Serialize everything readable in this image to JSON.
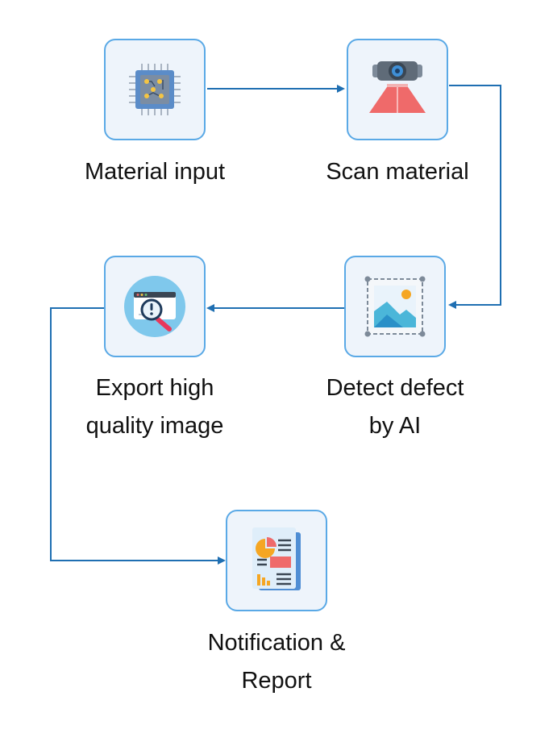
{
  "diagram": {
    "nodes": [
      {
        "id": "material-input",
        "label": "Material input",
        "icon": "chip-icon"
      },
      {
        "id": "scan-material",
        "label": "Scan material",
        "icon": "scanner-icon"
      },
      {
        "id": "detect-defect",
        "label": "Detect defect\nby AI",
        "icon": "image-detection-icon"
      },
      {
        "id": "export-image",
        "label": "Export high\nquality image",
        "icon": "magnifier-alert-icon"
      },
      {
        "id": "notification-report",
        "label": "Notification &\nReport",
        "icon": "report-document-icon"
      }
    ],
    "edges": [
      {
        "from": "material-input",
        "to": "scan-material"
      },
      {
        "from": "scan-material",
        "to": "detect-defect"
      },
      {
        "from": "detect-defect",
        "to": "export-image"
      },
      {
        "from": "export-image",
        "to": "notification-report"
      }
    ],
    "colors": {
      "connector": "#1f6fb2",
      "box_border": "#5aa9e6",
      "box_fill": "#eef4fb",
      "label_text": "#111111"
    }
  }
}
